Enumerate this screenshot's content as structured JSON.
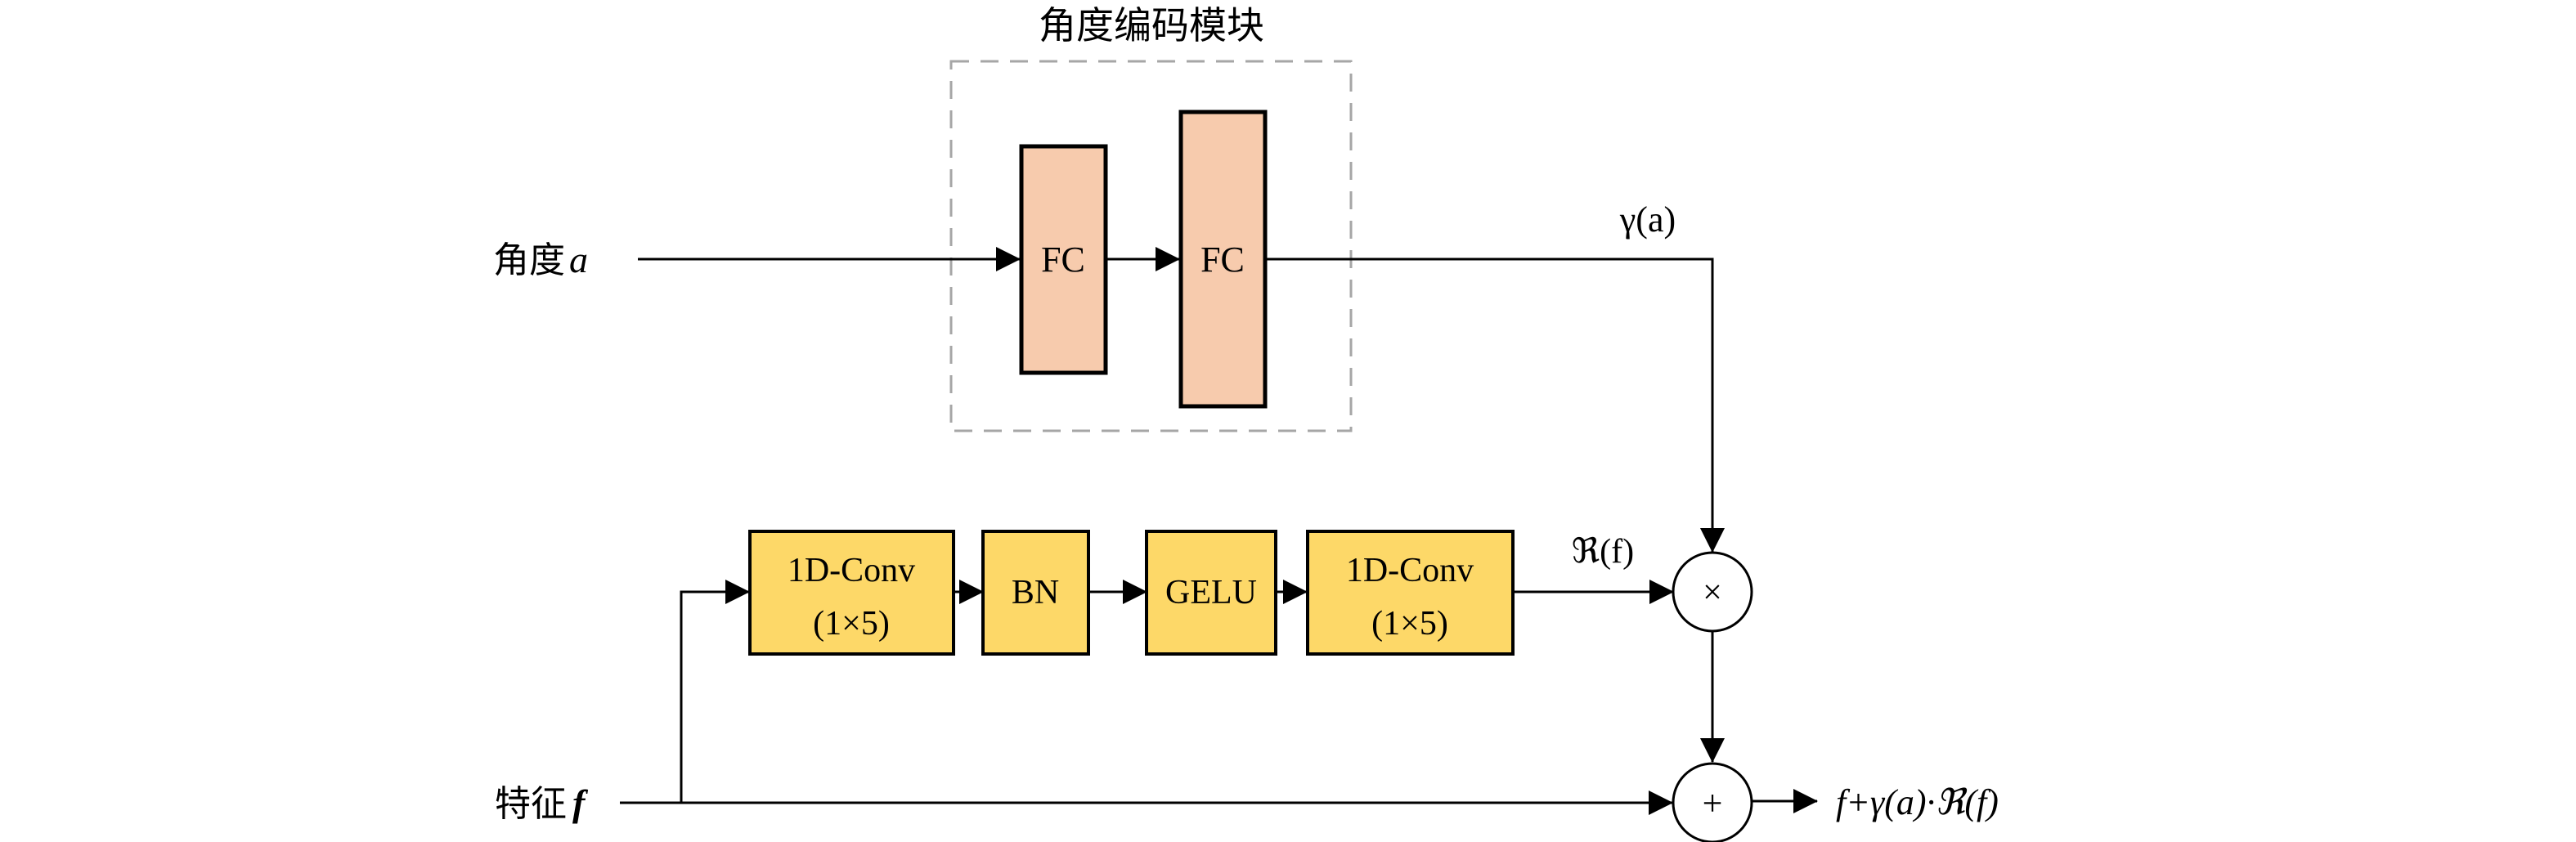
{
  "title": "角度编码模块",
  "colors": {
    "fc_fill": "#F7CBAD",
    "conv_fill": "#FDD868",
    "stroke": "#000000",
    "dashed_group": "#A6A6A6"
  },
  "inputs": {
    "angle": {
      "label_cjk": "角度",
      "label_var": "a"
    },
    "feature": {
      "label_cjk": "特征",
      "label_var": "f"
    }
  },
  "angle_encoder": {
    "group_label": "角度编码模块",
    "blocks": [
      {
        "label": "FC"
      },
      {
        "label": "FC"
      }
    ],
    "output_label": "γ(a)"
  },
  "residual_branch": {
    "blocks": [
      {
        "line1": "1D-Conv",
        "line2": "(1×5)"
      },
      {
        "line1": "BN",
        "line2": ""
      },
      {
        "line1": "GELU",
        "line2": ""
      },
      {
        "line1": "1D-Conv",
        "line2": "(1×5)"
      }
    ],
    "output_label": "ℜ(f)"
  },
  "operators": {
    "multiply": "×",
    "add": "+"
  },
  "output": {
    "label": "f+γ(a)·ℜ(f)"
  }
}
